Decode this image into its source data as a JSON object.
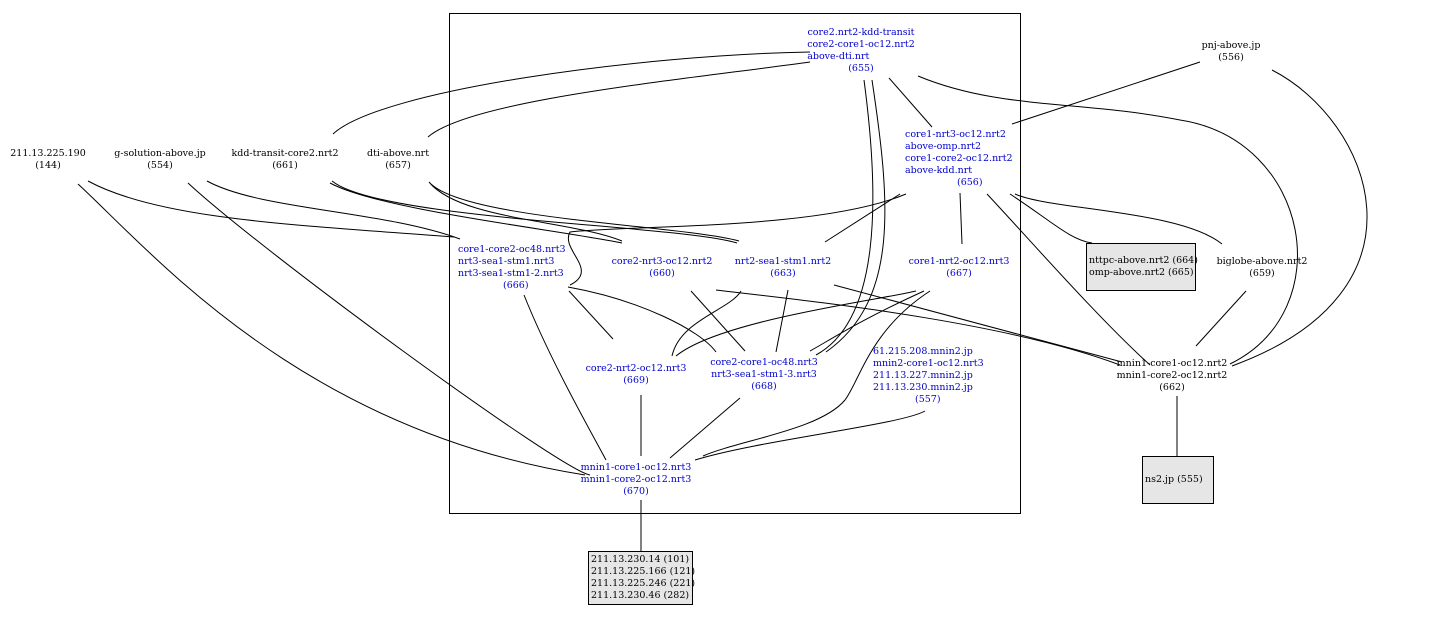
{
  "nodes": {
    "n655": {
      "lines": [
        "core2.nrt2-kdd-transit",
        "core2-core1-oc12.nrt2",
        "above-dti.nrt"
      ],
      "id": "(655)"
    },
    "n556": {
      "lines": [
        "pnj-above.jp"
      ],
      "id": "(556)"
    },
    "n144": {
      "lines": [
        "211.13.225.190"
      ],
      "id": "(144)"
    },
    "n554": {
      "lines": [
        "g-solution-above.jp"
      ],
      "id": "(554)"
    },
    "n661": {
      "lines": [
        "kdd-transit-core2.nrt2"
      ],
      "id": "(661)"
    },
    "n657": {
      "lines": [
        "dti-above.nrt"
      ],
      "id": "(657)"
    },
    "n656": {
      "lines": [
        "core1-nrt3-oc12.nrt2",
        "above-omp.nrt2",
        "core1-core2-oc12.nrt2",
        "above-kdd.nrt"
      ],
      "id": "(656)"
    },
    "n666": {
      "lines": [
        "core1-core2-oc48.nrt3",
        "nrt3-sea1-stm1.nrt3",
        "nrt3-sea1-stm1-2.nrt3"
      ],
      "id": "(666)"
    },
    "n660": {
      "lines": [
        "core2-nrt3-oc12.nrt2"
      ],
      "id": "(660)"
    },
    "n663": {
      "lines": [
        "nrt2-sea1-stm1.nrt2"
      ],
      "id": "(663)"
    },
    "n667": {
      "lines": [
        "core1-nrt2-oc12.nrt3"
      ],
      "id": "(667)"
    },
    "n659": {
      "lines": [
        "biglobe-above.nrt2"
      ],
      "id": "(659)"
    },
    "n669": {
      "lines": [
        "core2-nrt2-oc12.nrt3"
      ],
      "id": "(669)"
    },
    "n668": {
      "lines": [
        "core2-core1-oc48.nrt3",
        "nrt3-sea1-stm1-3.nrt3"
      ],
      "id": "(668)"
    },
    "n557": {
      "lines": [
        "61.215.208.mnin2.jp",
        "mnin2-core1-oc12.nrt3",
        "211.13.227.mnin2.jp",
        "211.13.230.mnin2.jp"
      ],
      "id": "(557)"
    },
    "n662": {
      "lines": [
        "mnin1-core1-oc12.nrt2",
        "mnin1-core2-oc12.nrt2"
      ],
      "id": "(662)"
    },
    "n670": {
      "lines": [
        "mnin1-core1-oc12.nrt3",
        "mnin1-core2-oc12.nrt3"
      ],
      "id": "(670)"
    }
  },
  "boxes": {
    "b664": {
      "lines": [
        "nttpc-above.nrt2 (664)",
        "omp-above.nrt2 (665)"
      ]
    },
    "b555": {
      "lines": [
        "ns2.jp (555)"
      ]
    },
    "b101": {
      "lines": [
        "211.13.230.14 (101)",
        "211.13.225.166 (121)",
        "211.13.225.246 (221)",
        "211.13.230.46 (282)"
      ]
    }
  },
  "colors": {
    "internal_node": "#0000cc",
    "external_node": "#000000",
    "box_fill": "#e6e6e6",
    "edge": "#000000"
  }
}
